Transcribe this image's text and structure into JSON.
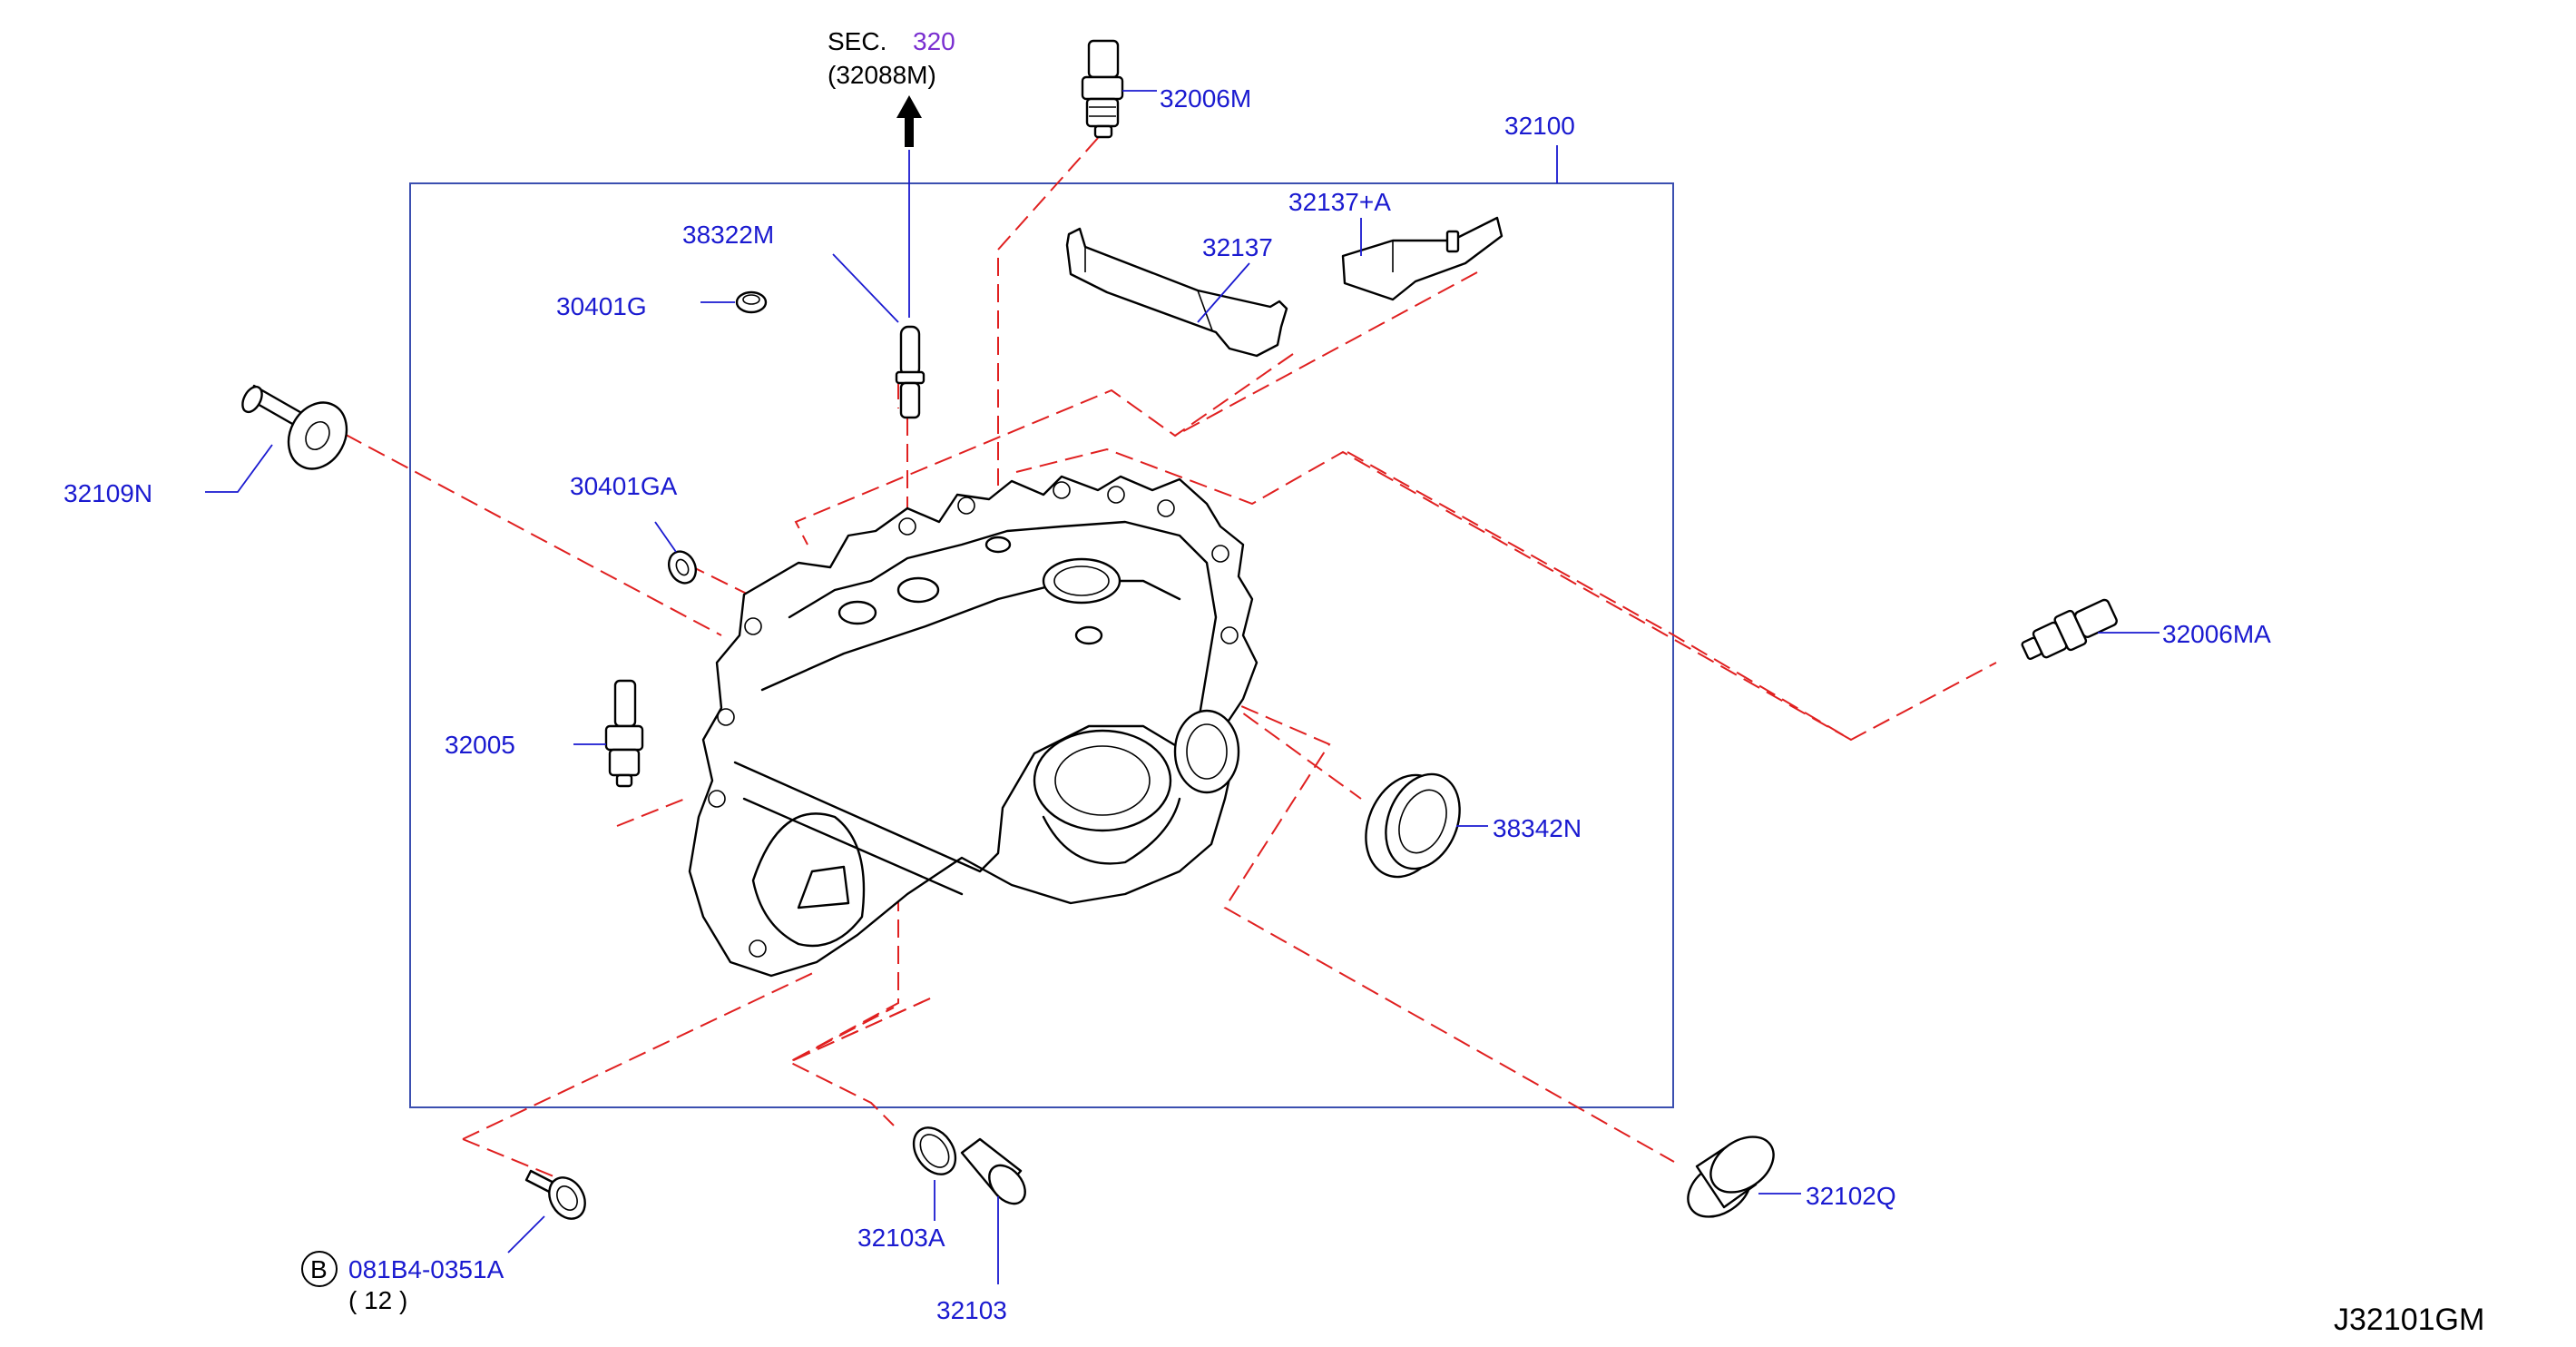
{
  "section_ref": {
    "sec_label": "SEC.",
    "sec_number": "320",
    "sec_part": "(32088M)"
  },
  "labels": {
    "assembly": "32100",
    "switch_top": "32006M",
    "bracket_a": "32137+A",
    "bracket": "32137",
    "stud": "38322M",
    "seal_small": "30401G",
    "guide": "32109N",
    "seal_mid": "30401GA",
    "switch_side": "32006MA",
    "switch_left": "32005",
    "oil_seal": "38342N",
    "plug_cap": "32102Q",
    "oring": "32103A",
    "plug": "32103",
    "bolt_code": "081B4-0351A",
    "bolt_qty": "( 12 )"
  },
  "callout_letter": "B",
  "diagram_code": "J32101GM"
}
